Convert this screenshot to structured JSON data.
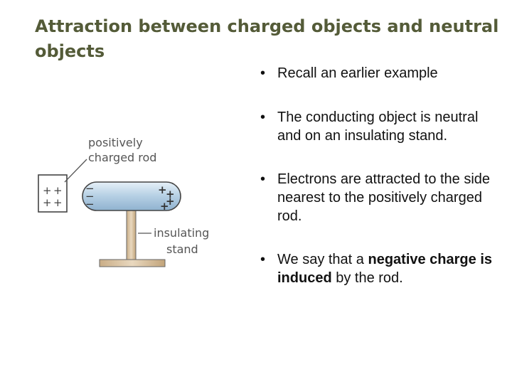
{
  "slide": {
    "title": "Attraction between charged objects and neutral objects"
  },
  "bullets": [
    {
      "text": "Recall an earlier example"
    },
    {
      "text": "The conducting object is neutral and on an insulating stand."
    },
    {
      "text": "Electrons are attracted to the side nearest to the positively charged rod."
    },
    {
      "text_before": "We say that a ",
      "bold": "negative charge is induced",
      "text_after": " by the rod."
    }
  ],
  "diagram": {
    "label_rod_line1": "positively",
    "label_rod_line2": "charged rod",
    "label_stand_line1": "insulating",
    "label_stand_line2": "stand",
    "rod_signs": [
      "+",
      "+",
      "+",
      "+"
    ],
    "object_left_signs": [
      "−",
      "−",
      "−"
    ],
    "object_right_signs": [
      "+",
      "+",
      "+",
      "+"
    ],
    "colors": {
      "title": "#545b38",
      "object_fill": "#b9d2e6",
      "stand": "#d9c3a3",
      "stroke": "#444444",
      "label": "#555555"
    }
  }
}
